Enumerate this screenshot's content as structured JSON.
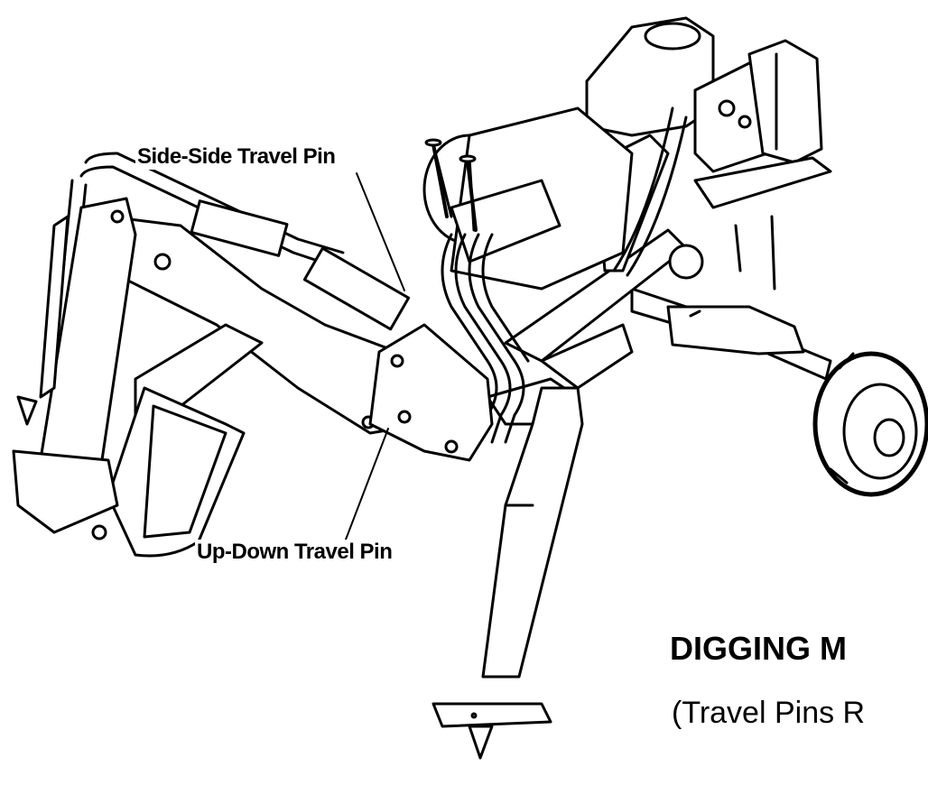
{
  "callouts": {
    "side_side_pin": "Side-Side Travel Pin",
    "up_down_pin": "Up-Down Travel Pin"
  },
  "caption": {
    "title": "DIGGING M",
    "subtitle": "(Travel Pins R"
  }
}
